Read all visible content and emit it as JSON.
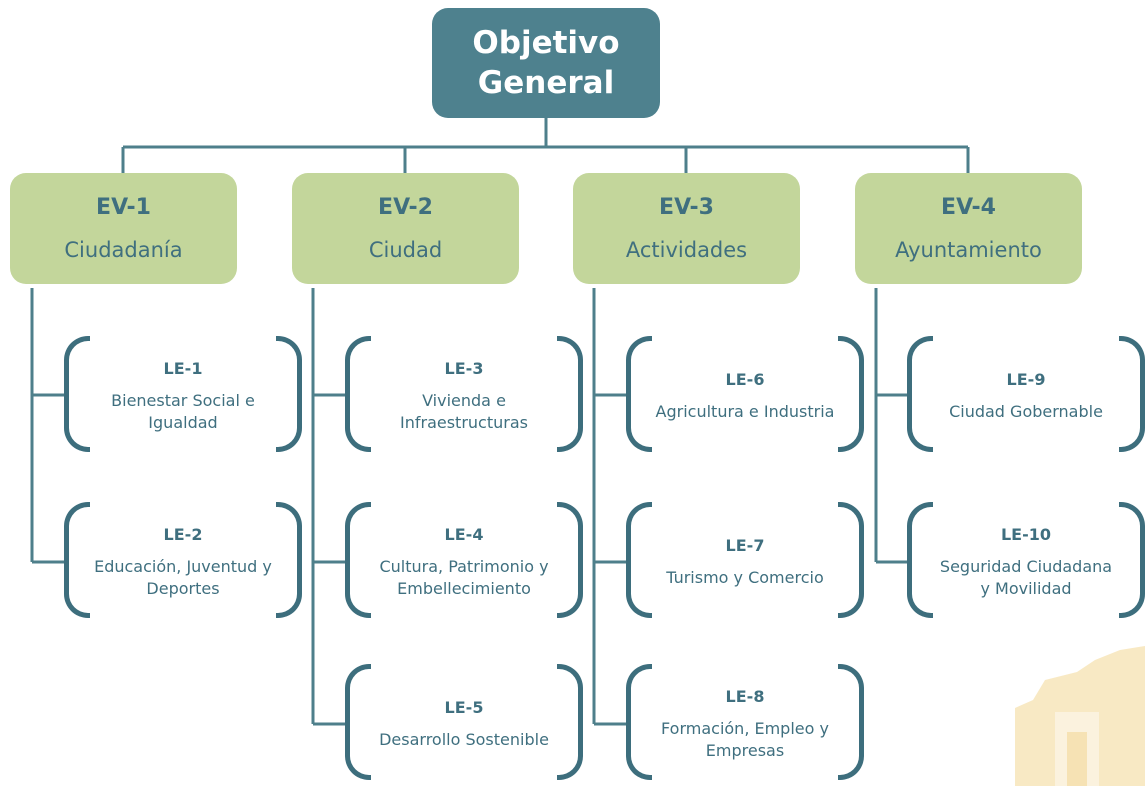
{
  "root": {
    "line1": "Objetivo",
    "line2": "General"
  },
  "columns": [
    {
      "code": "EV-1",
      "name": "Ciudadanía",
      "items": [
        {
          "code": "LE-1",
          "name": "Bienestar Social e\nIgualdad"
        },
        {
          "code": "LE-2",
          "name": "Educación, Juventud y\nDeportes"
        }
      ]
    },
    {
      "code": "EV-2",
      "name": "Ciudad",
      "items": [
        {
          "code": "LE-3",
          "name": "Vivienda e\nInfraestructuras"
        },
        {
          "code": "LE-4",
          "name": "Cultura, Patrimonio y\nEmbellecimiento"
        },
        {
          "code": "LE-5",
          "name": "Desarrollo Sostenible"
        }
      ]
    },
    {
      "code": "EV-3",
      "name": "Actividades",
      "items": [
        {
          "code": "LE-6",
          "name": "Agricultura e Industria"
        },
        {
          "code": "LE-7",
          "name": "Turismo y Comercio"
        },
        {
          "code": "LE-8",
          "name": "Formación, Empleo y\nEmpresas"
        }
      ]
    },
    {
      "code": "EV-4",
      "name": "Ayuntamiento",
      "items": [
        {
          "code": "LE-9",
          "name": "Ciudad Gobernable"
        },
        {
          "code": "LE-10",
          "name": "Seguridad Ciudadana\ny Movilidad"
        }
      ]
    }
  ],
  "colors": {
    "root_fill": "#4e818e",
    "ev_fill": "#c3d69b",
    "text": "#3f6f7f",
    "line": "#4e7f8b",
    "watermark": "#f8e9c4"
  },
  "watermark": {
    "icon": "building-watermark-icon"
  }
}
